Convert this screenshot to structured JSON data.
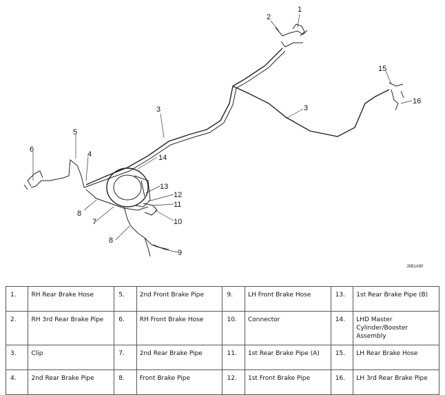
{
  "diagram": {
    "callouts": [
      "1",
      "2",
      "3",
      "3",
      "4",
      "5",
      "6",
      "7",
      "8",
      "8",
      "9",
      "10",
      "11",
      "12",
      "13",
      "14",
      "15",
      "16"
    ],
    "figure_code": "J3B1A90"
  },
  "legend": {
    "rows": [
      [
        {
          "num": "1.",
          "name": "RH Rear Brake Hose"
        },
        {
          "num": "5.",
          "name": "2nd Front Brake Pipe"
        },
        {
          "num": "9.",
          "name": "LH Front Brake Hose"
        },
        {
          "num": "13.",
          "name": "1st Rear Brake Pipe (B)"
        }
      ],
      [
        {
          "num": "2.",
          "name": "RH 3rd Rear Brake Pipe"
        },
        {
          "num": "6.",
          "name": "RH Front Brake Hose"
        },
        {
          "num": "10.",
          "name": "Connector"
        },
        {
          "num": "14.",
          "name": "LHD Master Cylinder/Booster Assembly"
        }
      ],
      [
        {
          "num": "3.",
          "name": "Clip"
        },
        {
          "num": "7.",
          "name": "2nd Rear Brake Pipe"
        },
        {
          "num": "11.",
          "name": "1st Rear Brake Pipe (A)"
        },
        {
          "num": "15.",
          "name": "LH Rear Brake Hose"
        }
      ],
      [
        {
          "num": "4.",
          "name": "2nd Rear Brake Pipe"
        },
        {
          "num": "8.",
          "name": "Front Brake Pipe"
        },
        {
          "num": "12.",
          "name": "1st Front Brake Pipe"
        },
        {
          "num": "16.",
          "name": "LH 3rd Rear Brake Pipe"
        }
      ]
    ]
  }
}
